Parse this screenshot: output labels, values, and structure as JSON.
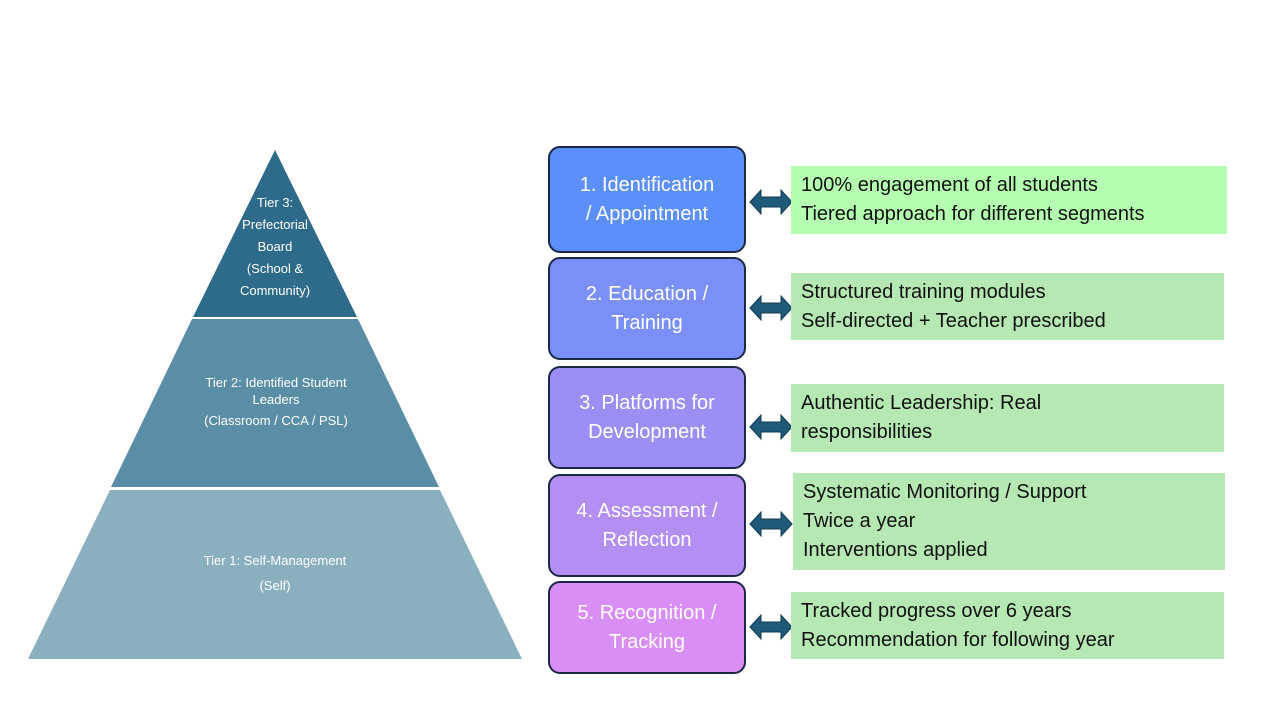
{
  "pyramid": {
    "tier3": {
      "lines": [
        "Tier 3:",
        "Prefectorial",
        "Board",
        "(School &",
        "Community)"
      ]
    },
    "tier2": {
      "lines": [
        "Tier 2: Identified Student",
        "Leaders",
        "(Classroom / CCA / PSL)"
      ]
    },
    "tier1": {
      "lines": [
        "Tier 1: Self-Management",
        "(Self)"
      ]
    }
  },
  "steps": [
    {
      "lines": [
        "1. Identification",
        "/ Appointment"
      ],
      "color": "#5b8ff9"
    },
    {
      "lines": [
        "2. Education /",
        "Training"
      ],
      "color": "#7b8ff8"
    },
    {
      "lines": [
        "3. Platforms for",
        "Development"
      ],
      "color": "#9b8ff5"
    },
    {
      "lines": [
        "4. Assessment /",
        "Reflection"
      ],
      "color": "#b38ff3"
    },
    {
      "lines": [
        "5. Recognition /",
        "Tracking"
      ],
      "color": "#d98ef5"
    }
  ],
  "descriptions": [
    {
      "lines": [
        "100% engagement of all students",
        "Tiered approach for different segments"
      ],
      "color": "#b5ffb0"
    },
    {
      "lines": [
        "Structured training modules",
        "Self-directed + Teacher prescribed"
      ],
      "color": "#b5e8b3"
    },
    {
      "lines": [
        "Authentic Leadership: Real",
        "responsibilities"
      ],
      "color": "#b5e8b3"
    },
    {
      "lines": [
        "Systematic Monitoring / Support",
        "Twice a year",
        "Interventions applied"
      ],
      "color": "#b5e8b3"
    },
    {
      "lines": [
        "Tracked progress over 6 years",
        "Recommendation for following year"
      ],
      "color": "#b5e8b3"
    }
  ],
  "colors": {
    "tier3": "#2e6b8a",
    "tier2": "#5a8ea6",
    "tier1": "#8aafbf",
    "arrow": "#1f5a78"
  }
}
